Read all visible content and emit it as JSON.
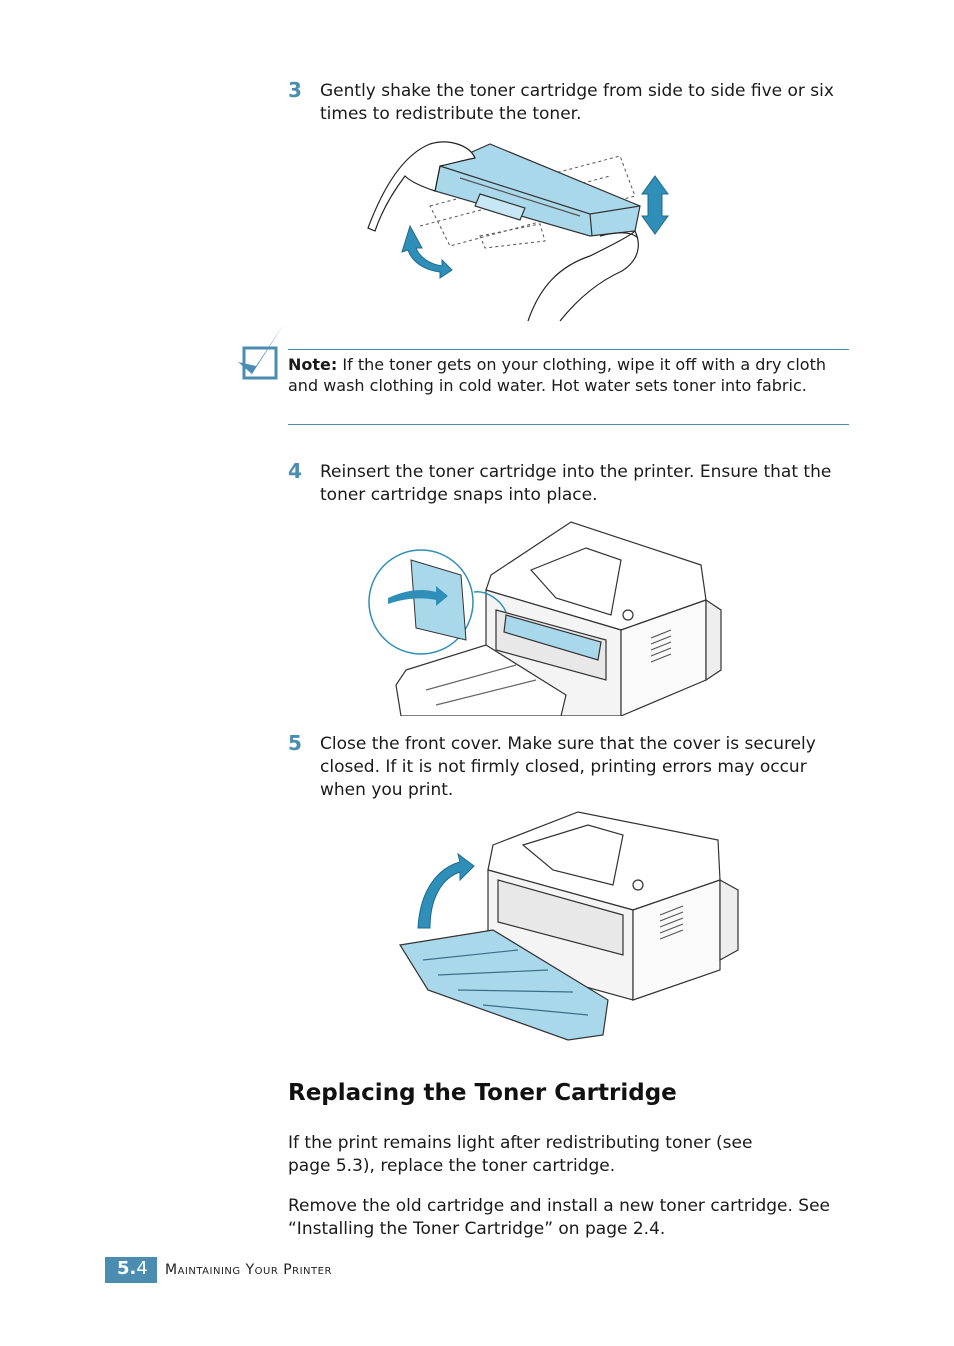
{
  "steps": [
    {
      "number": "3",
      "text": "Gently shake the toner cartridge from side to side five or six times to redistribute the toner."
    },
    {
      "number": "4",
      "text": "Reinsert the toner cartridge into the printer. Ensure that the toner cartridge snaps into place."
    },
    {
      "number": "5",
      "text": "Close the front cover. Make sure that the cover is securely closed. If it is not firmly closed, printing errors may occur when you print."
    }
  ],
  "note": {
    "label": "Note:",
    "text": "If the toner gets on your clothing, wipe it off with a dry cloth and wash clothing in cold water. Hot water sets toner into fabric."
  },
  "section": {
    "heading": "Replacing the Toner Cartridge",
    "para1": "If the print remains light after redistributing toner (see page 5.3), replace the toner cartridge.",
    "para2": "Remove the old cartridge and install a new toner cartridge. See “Installing the Toner Cartridge” on page 2.4."
  },
  "footer": {
    "chapter": "5.",
    "page": "4",
    "title": "Maintaining Your Printer"
  },
  "colors": {
    "accent": "#4a8db0",
    "illustration_blue": "#a9d8ea"
  }
}
